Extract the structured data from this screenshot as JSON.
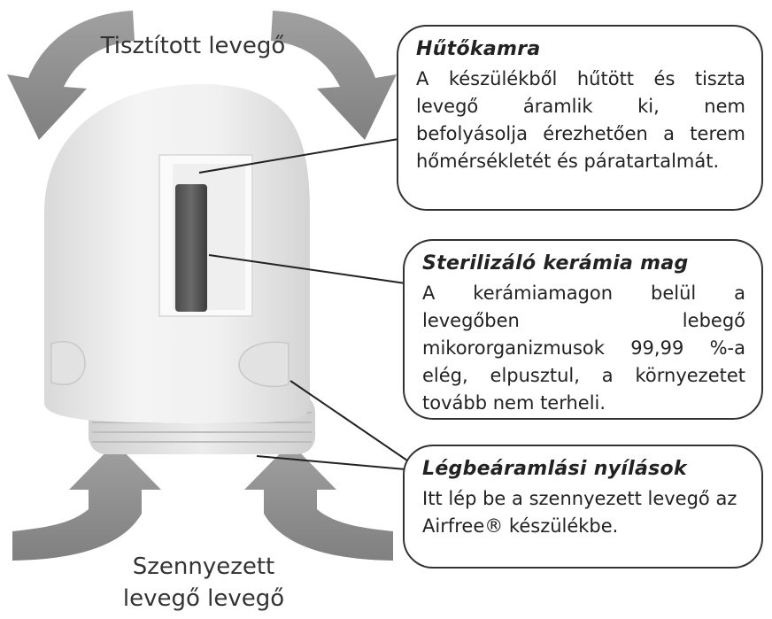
{
  "labels": {
    "top": "Tisztított levegő",
    "bottom_line1": "Szennyezett",
    "bottom_line2": "levegő levegő"
  },
  "callouts": [
    {
      "title": "Hűtőkamra",
      "text": "A készülékből hűtött és tiszta levegő áramlik ki, nem befolyásolja érezhetően a terem hőmérsékletét és páratartalmát."
    },
    {
      "title": "Sterilizáló kerámia mag",
      "text": "A kerámiamagon belül a levegőben lebegő mikororganizmusok 99,99 %-a elég, elpusztul, a környezetet tovább nem terheli."
    },
    {
      "title": "Légbeáramlási nyílások",
      "text": "Itt lép be a szennyezett levegő az Airfree® készülékbe."
    }
  ],
  "colors": {
    "arrow": "#8f8f8f",
    "device": "#eeeeee",
    "border": "#333333"
  }
}
